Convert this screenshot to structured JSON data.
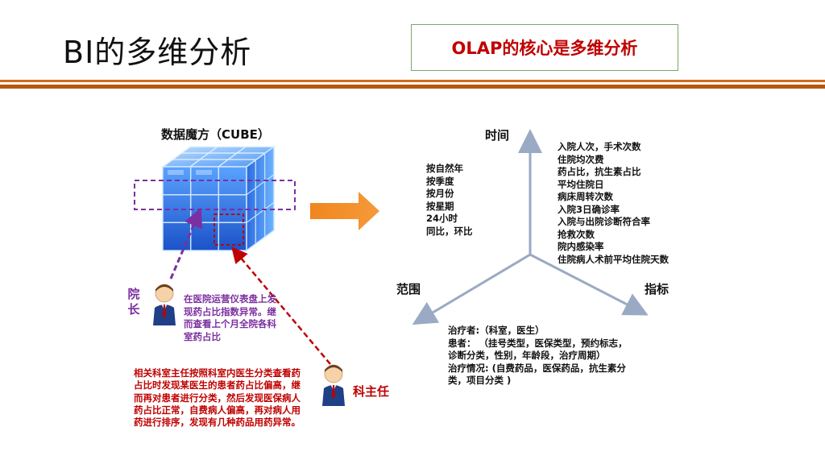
{
  "slide": {
    "title": "BI的多维分析",
    "olap_box": "OLAP的核心是多维分析"
  },
  "cube": {
    "title": "数据魔方（CUBE）"
  },
  "roles": {
    "president": "院长",
    "president_note": "在医院运营仪表盘上发现药占比指数异常。继而查看上个月全院各科室药占比",
    "director": "科主任",
    "director_note": "相关科室主任按照科室内医生分类查看药占比时发现某医生的患者药占比偏高，继而再对患者进行分类，然后发现医保病人药占比正常，自费病人偏高，再对病人用药进行排序，发现有几种药品用药异常。"
  },
  "axes": {
    "time": "时间",
    "scope": "范围",
    "metrics": "指标"
  },
  "time_items": [
    "按自然年",
    "按季度",
    "按月份",
    "按星期",
    "24小时",
    "同比，环比"
  ],
  "metric_items": [
    "入院人次，手术次数",
    "住院均次费",
    "药占比，抗生素占比",
    "平均住院日",
    "病床周转次数",
    "入院3日确诊率",
    "入院与出院诊断符合率",
    "抢救次数",
    "院内感染率",
    "住院病人术前平均住院天数"
  ],
  "scope_items": [
    "治疗者:（科室，医生）",
    "患者：  （挂号类型，医保类型，预约标志，诊断分类，性别，年龄段，治疗周期）",
    "治疗情况: (自费药品，医保药品，抗生素分类，项目分类 )"
  ],
  "colors": {
    "accent_orange": "#d06a1a",
    "cube_blue": "#2f6fe0",
    "purple": "#7b2fa0",
    "red": "#c00000",
    "axis": "#9aaac4"
  }
}
